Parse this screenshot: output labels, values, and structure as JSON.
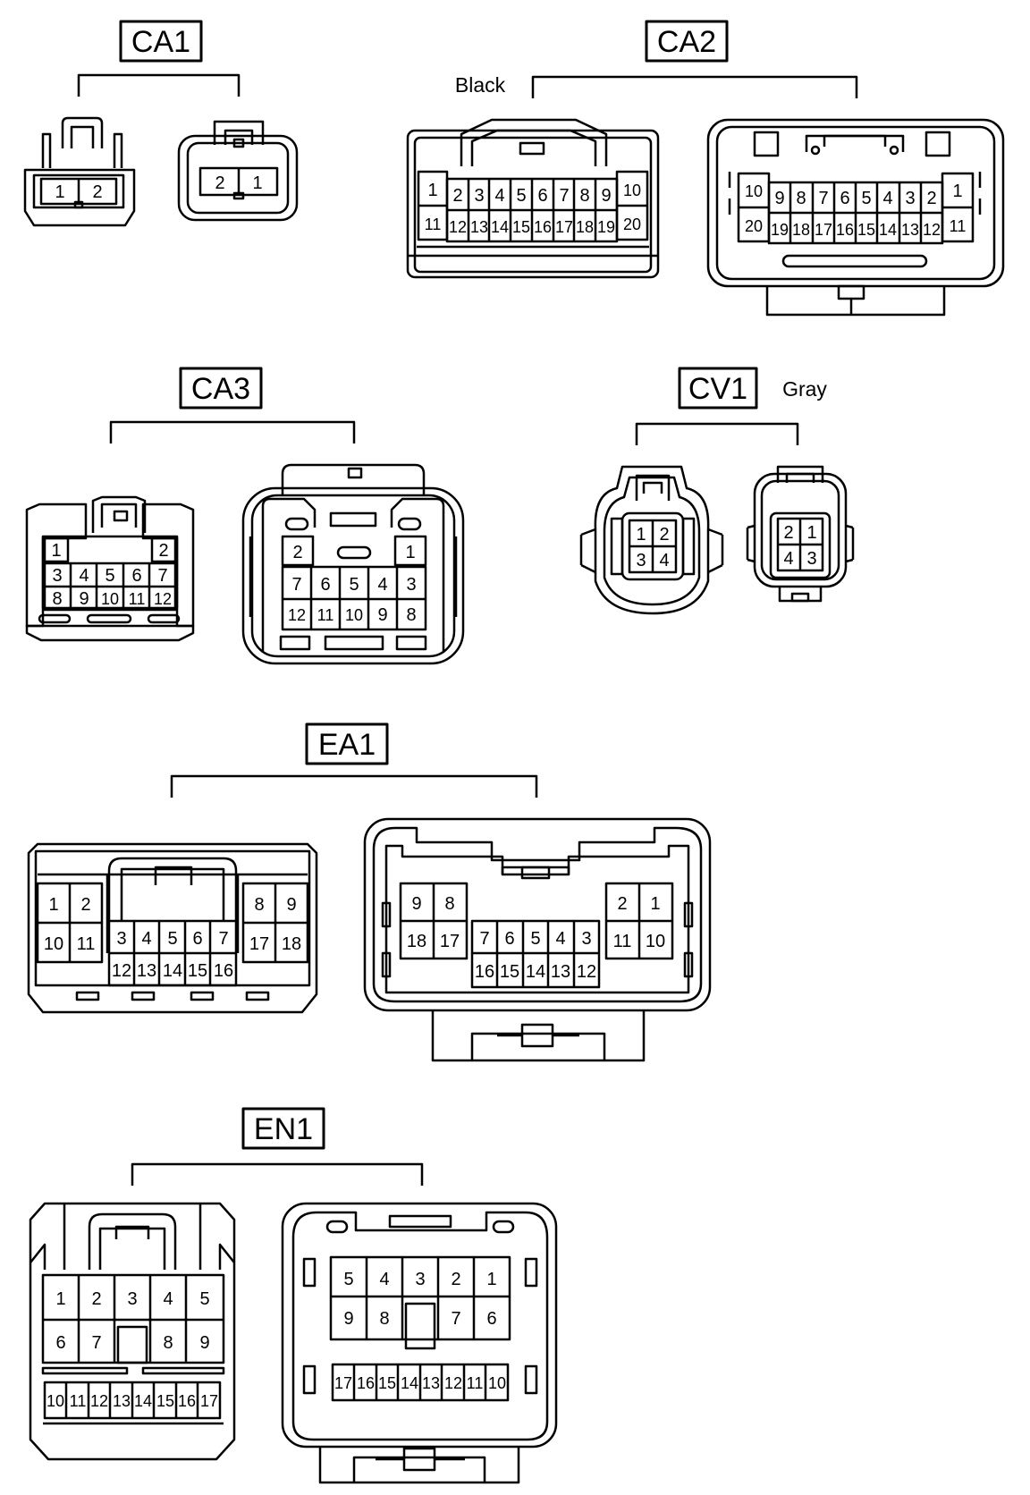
{
  "connectors": {
    "ca1": {
      "tag": "CA1",
      "male": {
        "pins": [
          "1",
          "2"
        ]
      },
      "female": {
        "pins": [
          "2",
          "1"
        ]
      }
    },
    "ca2": {
      "tag": "CA2",
      "note": "Black",
      "male": {
        "row1": [
          "2",
          "3",
          "4",
          "5",
          "6",
          "7",
          "8",
          "9"
        ],
        "row2": [
          "12",
          "13",
          "14",
          "15",
          "16",
          "17",
          "18",
          "19"
        ],
        "side_left": [
          "1",
          "11"
        ],
        "side_right": [
          "10",
          "20"
        ]
      },
      "female": {
        "row1": [
          "9",
          "8",
          "7",
          "6",
          "5",
          "4",
          "3",
          "2"
        ],
        "row2": [
          "19",
          "18",
          "17",
          "16",
          "15",
          "14",
          "13",
          "12"
        ],
        "side_left": [
          "10",
          "20"
        ],
        "side_right": [
          "1",
          "11"
        ]
      }
    },
    "ca3": {
      "tag": "CA3",
      "male": {
        "top": [
          "1",
          "2"
        ],
        "row2": [
          "3",
          "4",
          "5",
          "6",
          "7"
        ],
        "row3": [
          "8",
          "9",
          "10",
          "11",
          "12"
        ]
      },
      "female": {
        "top": [
          "2",
          "1"
        ],
        "row2": [
          "7",
          "6",
          "5",
          "4",
          "3"
        ],
        "row3": [
          "12",
          "11",
          "10",
          "9",
          "8"
        ]
      }
    },
    "cv1": {
      "tag": "CV1",
      "note": "Gray",
      "male": {
        "pins": [
          "1",
          "2",
          "3",
          "4"
        ]
      },
      "female": {
        "pins": [
          "2",
          "1",
          "4",
          "3"
        ]
      }
    },
    "ea1": {
      "tag": "EA1",
      "male": {
        "left": [
          "1",
          "2",
          "10",
          "11"
        ],
        "right": [
          "8",
          "9",
          "17",
          "18"
        ],
        "center_top": [
          "3",
          "4",
          "5",
          "6",
          "7"
        ],
        "center_bottom": [
          "12",
          "13",
          "14",
          "15",
          "16"
        ]
      },
      "female": {
        "left": [
          "9",
          "8",
          "18",
          "17"
        ],
        "right": [
          "2",
          "1",
          "11",
          "10"
        ],
        "center_top": [
          "7",
          "6",
          "5",
          "4",
          "3"
        ],
        "center_bottom": [
          "16",
          "15",
          "14",
          "13",
          "12"
        ]
      }
    },
    "en1": {
      "tag": "EN1",
      "male": {
        "row1": [
          "1",
          "2",
          "3",
          "4",
          "5"
        ],
        "row2": [
          "6",
          "7",
          "8",
          "9"
        ],
        "row3": [
          "10",
          "11",
          "12",
          "13",
          "14",
          "15",
          "16",
          "17"
        ]
      },
      "female": {
        "row1": [
          "5",
          "4",
          "3",
          "2",
          "1"
        ],
        "row2": [
          "9",
          "8",
          "7",
          "6"
        ],
        "row3": [
          "17",
          "16",
          "15",
          "14",
          "13",
          "12",
          "11",
          "10"
        ]
      }
    }
  }
}
